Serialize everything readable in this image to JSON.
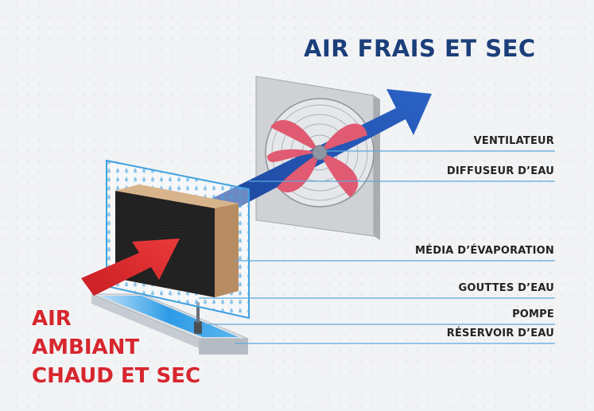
{
  "titles": {
    "output_air": "AIR FRAIS ET SEC",
    "input_air_lines": [
      "AIR",
      "AMBIANT",
      "CHAUD ET SEC"
    ]
  },
  "labels": {
    "fan": "VENTILATEUR",
    "water_diffuser": "DIFFUSEUR D’EAU",
    "evaporation_media": "MÉDIA D’ÉVAPORATION",
    "water_drops": "GOUTTES D’EAU",
    "pump": "POMPE",
    "water_tank": "RÉSERVOIR D’EAU"
  },
  "colors": {
    "blue_title": "#1b3f7a",
    "red_title": "#d7262e",
    "leader_line": "#5aa9dc",
    "frame": "#3fa1e0",
    "fan_blade": "#e0536b",
    "airflow_blue": "#1d4fa8",
    "airflow_red": "#d7262e",
    "media": "#1a1a1a",
    "media_edge": "#c9a27a"
  }
}
